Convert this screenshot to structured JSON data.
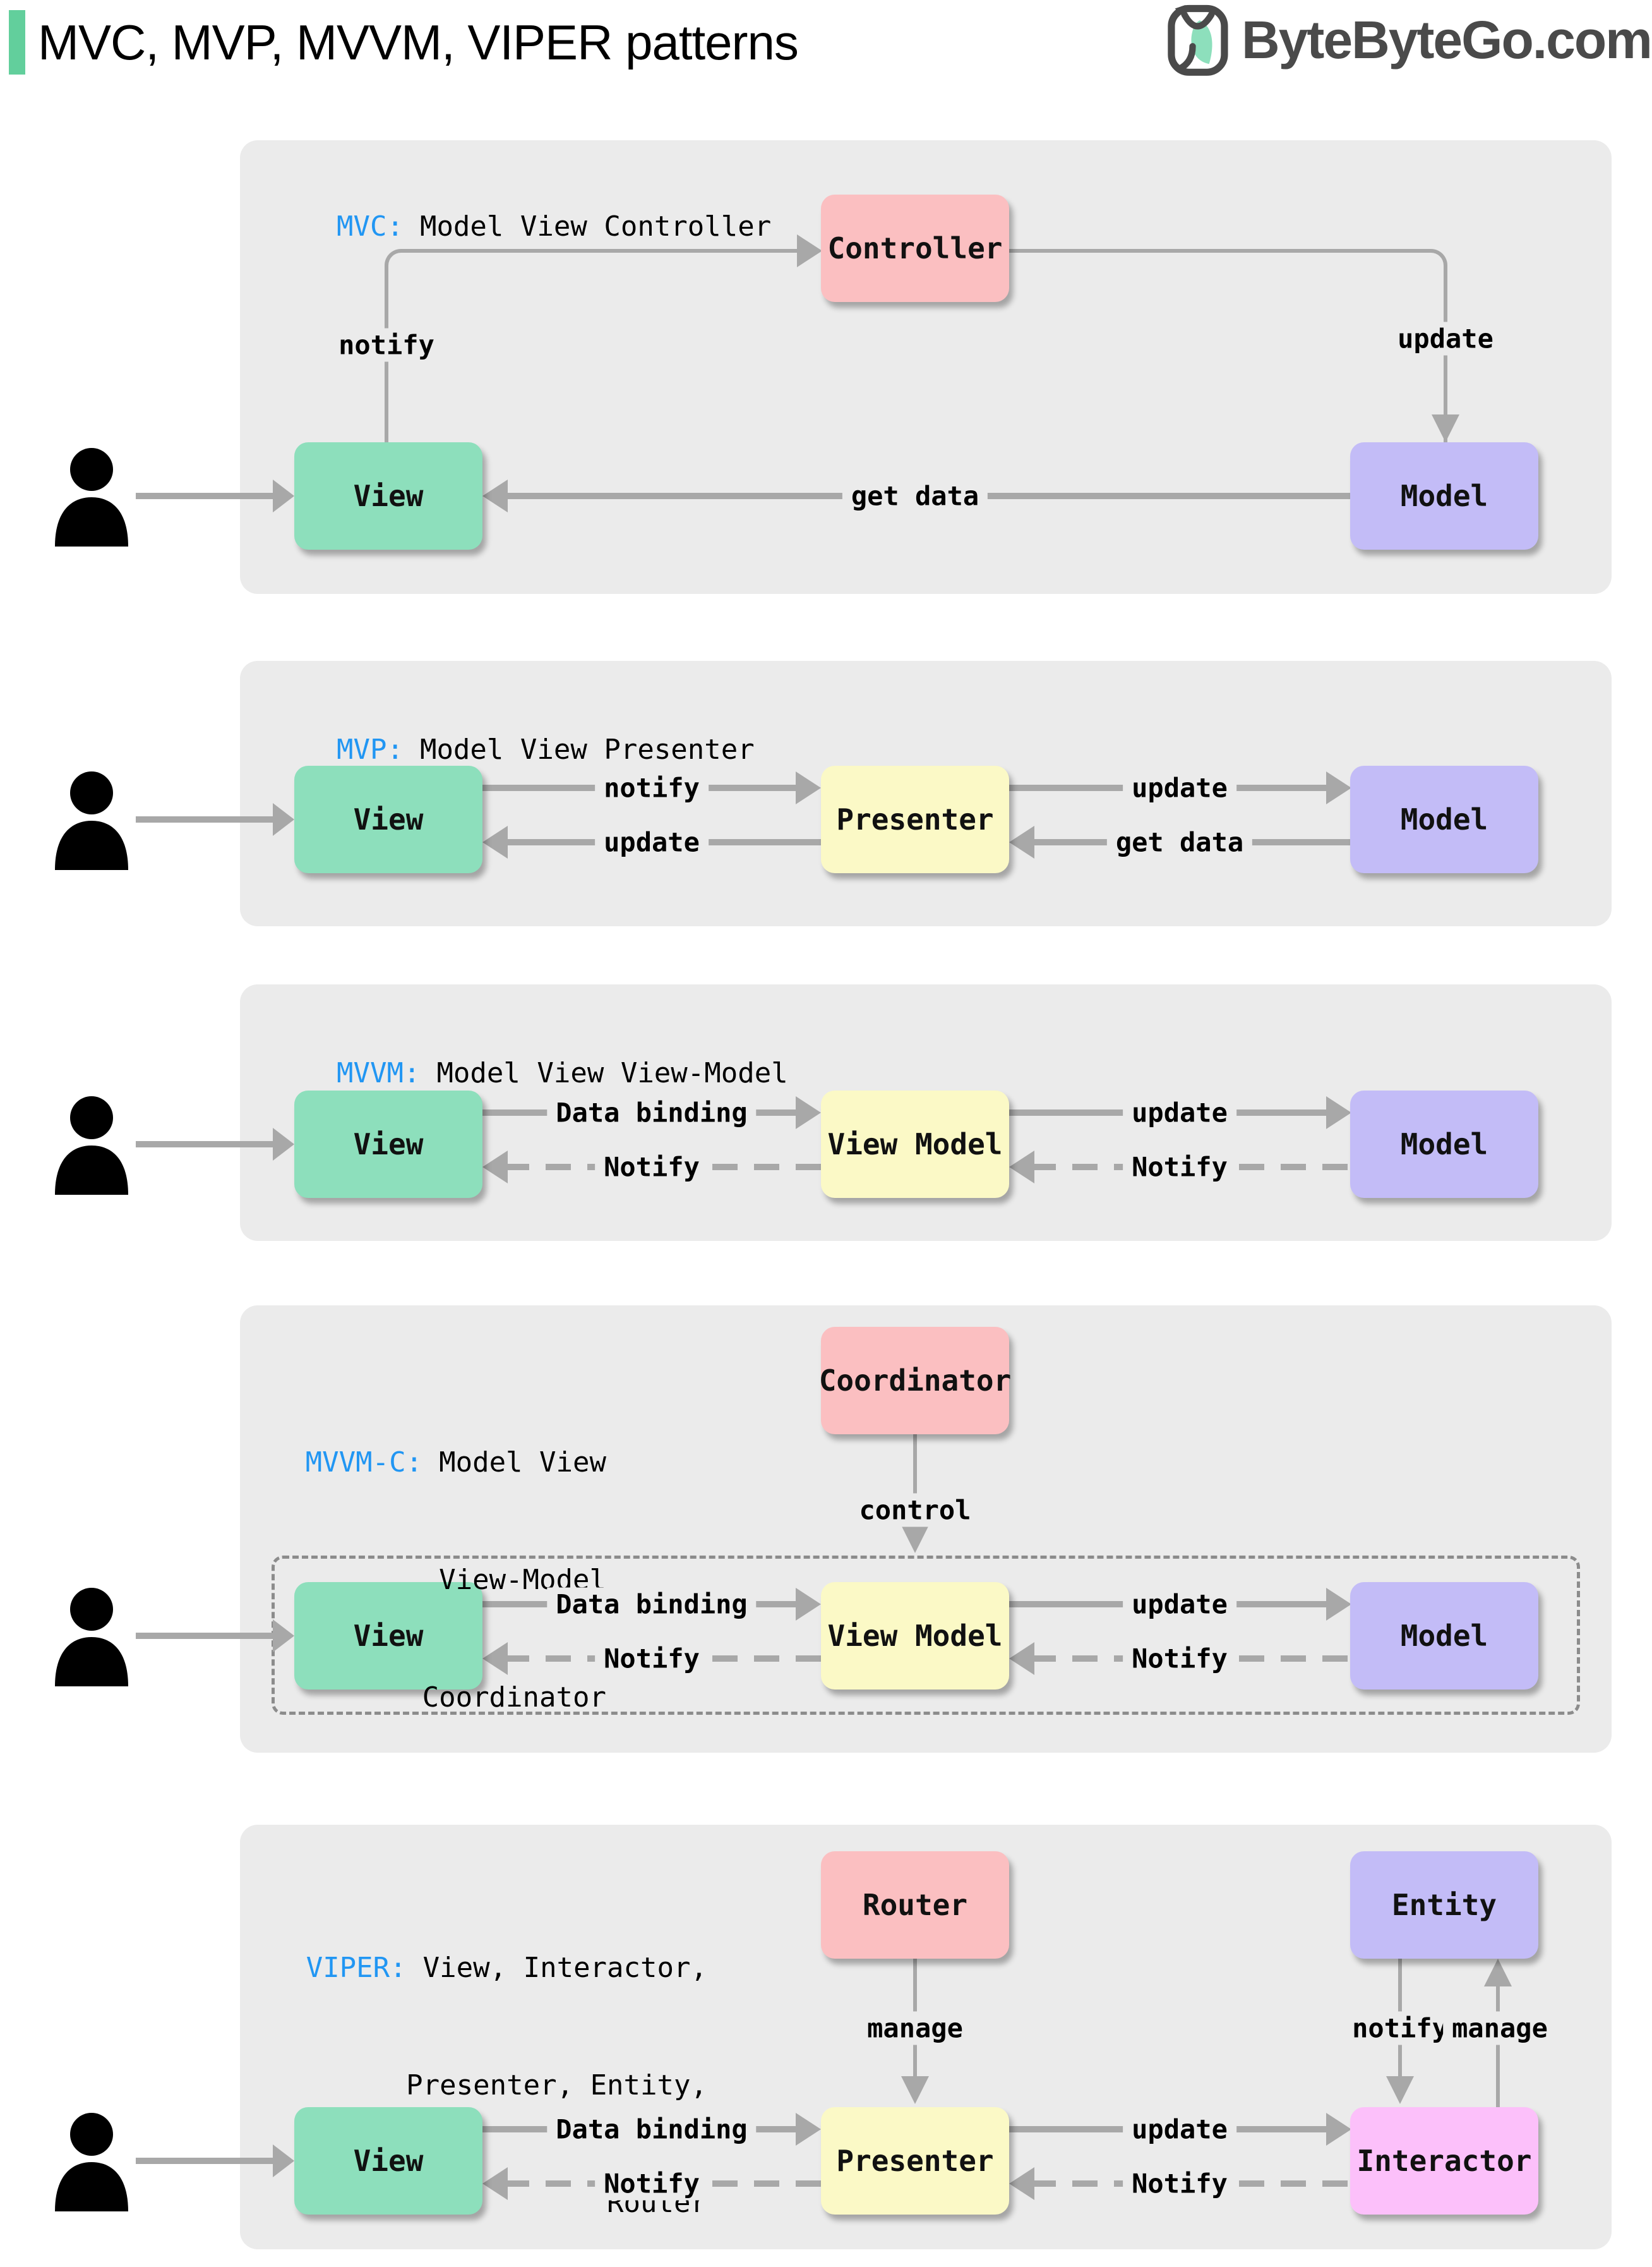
{
  "header": {
    "title": "MVC, MVP, MVVM, VIPER patterns",
    "logo_text": "ByteByteGo.com"
  },
  "colors": {
    "accent_green": "#62cf9c",
    "keyword_blue": "#2196f3",
    "panel_gray": "#ebebeb",
    "arrow_gray": "#a8a8a8",
    "box_green": "#8ddfbc",
    "box_yellow": "#fbf9c6",
    "box_purple": "#c3bcf7",
    "box_pink": "#fbbfc1",
    "box_magenta": "#fcc0fa",
    "logo_gray": "#4a4a4a"
  },
  "sections": {
    "mvc": {
      "keyword": "MVC:",
      "title": "Model View Controller",
      "boxes": {
        "controller": "Controller",
        "view": "View",
        "model": "Model"
      },
      "labels": {
        "notify": "notify",
        "update": "update",
        "get_data": "get data"
      }
    },
    "mvp": {
      "keyword": "MVP:",
      "title": "Model View Presenter",
      "boxes": {
        "view": "View",
        "presenter": "Presenter",
        "model": "Model"
      },
      "labels": {
        "notify": "notify",
        "update_view": "update",
        "update_model": "update",
        "get_data": "get data"
      }
    },
    "mvvm": {
      "keyword": "MVVM:",
      "title": "Model View View-Model",
      "boxes": {
        "view": "View",
        "view_model": "View Model",
        "model": "Model"
      },
      "labels": {
        "data_binding": "Data binding",
        "notify_view": "Notify",
        "update": "update",
        "notify_model": "Notify"
      }
    },
    "mvvmc": {
      "keyword": "MVVM-C:",
      "title_line1": "Model View",
      "title_line2": "View-Model",
      "title_line3": "Coordinator",
      "boxes": {
        "coordinator": "Coordinator",
        "view": "View",
        "view_model": "View Model",
        "model": "Model"
      },
      "labels": {
        "control": "control",
        "data_binding": "Data binding",
        "notify_view": "Notify",
        "update": "update",
        "notify_model": "Notify"
      }
    },
    "viper": {
      "keyword": "VIPER:",
      "title_line1": "View, Interactor,",
      "title_line2": "Presenter, Entity,",
      "title_line3": "Router",
      "boxes": {
        "router": "Router",
        "entity": "Entity",
        "view": "View",
        "presenter": "Presenter",
        "interactor": "Interactor"
      },
      "labels": {
        "manage_router": "manage",
        "notify_entity": "notify",
        "manage_entity": "manage",
        "data_binding": "Data binding",
        "notify_view": "Notify",
        "update": "update",
        "notify_presenter": "Notify"
      }
    }
  }
}
